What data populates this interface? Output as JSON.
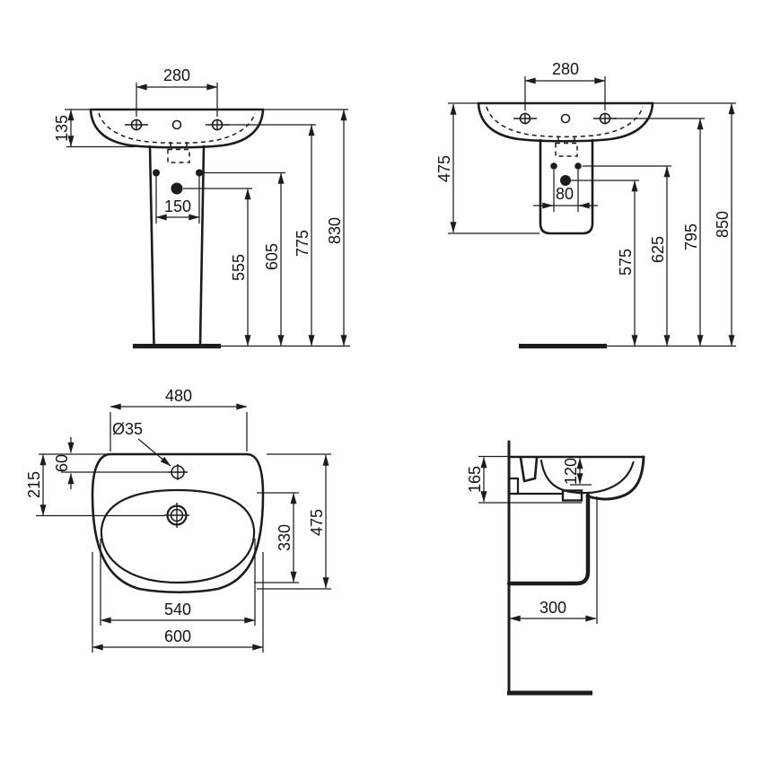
{
  "colors": {
    "line": "#1c1c1c",
    "background": "#ffffff",
    "text": "#141414"
  },
  "drawing": {
    "front_pedestal": {
      "tap_spacing": "280",
      "basin_height": "135",
      "fixing_spacing": "150",
      "h_supply": "555",
      "h_fixing": "605",
      "h_taphole": "775",
      "h_overall": "830"
    },
    "front_semi": {
      "tap_spacing": "280",
      "basin_to_bottom": "475",
      "fixing_spacing": "80",
      "h_supply": "575",
      "h_fixing": "625",
      "h_taphole": "795",
      "h_overall": "850"
    },
    "plan": {
      "back_width": "480",
      "tap_dia": "Ø35",
      "edge_to_tap": "60",
      "edge_to_drain": "215",
      "bowl_length": "330",
      "depth": "475",
      "bowl_width": "540",
      "width": "600"
    },
    "side": {
      "height_underside": "165",
      "bowl_depth": "120",
      "front_depth": "300"
    }
  }
}
